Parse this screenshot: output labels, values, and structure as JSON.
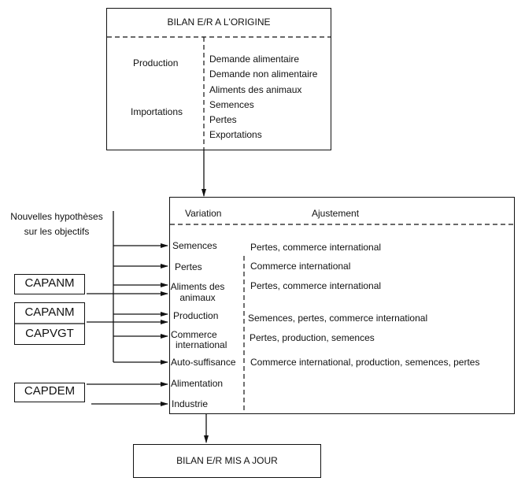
{
  "top_box": {
    "title": "BILAN E/R A L'ORIGINE",
    "left_items": [
      "Production",
      "Importations"
    ],
    "right_items": [
      "Demande alimentaire",
      "Demande non alimentaire",
      "Aliments des animaux",
      "Semences",
      "Pertes",
      "Exportations"
    ]
  },
  "left_inputs": {
    "hypotheses_label": [
      "Nouvelles hypothèses",
      "sur les objectifs"
    ],
    "cap_box_1": "CAPANM",
    "cap_box_2_top": "CAPANM",
    "cap_box_2_bottom": "CAPVGT",
    "cap_box_3": "CAPDEM"
  },
  "adjust_box": {
    "header_variation": "Variation",
    "header_ajustement": "Ajustement",
    "rows": [
      {
        "variation": [
          "Semences"
        ],
        "ajustement": "Pertes, commerce international"
      },
      {
        "variation": [
          "Pertes"
        ],
        "ajustement": "Commerce international"
      },
      {
        "variation": [
          "Aliments des",
          "animaux"
        ],
        "ajustement": "Pertes, commerce international"
      },
      {
        "variation": [
          "Production"
        ],
        "ajustement": "Semences, pertes, commerce international"
      },
      {
        "variation": [
          "Commerce",
          "international"
        ],
        "ajustement": "Pertes, production, semences"
      },
      {
        "variation": [
          "Auto-suffisance"
        ],
        "ajustement": "Commerce international, production, semences, pertes"
      },
      {
        "variation": [
          "Alimentation"
        ],
        "ajustement": ""
      },
      {
        "variation": [
          "Industrie"
        ],
        "ajustement": ""
      }
    ]
  },
  "bottom_box": {
    "title": "BILAN E/R MIS A JOUR"
  }
}
